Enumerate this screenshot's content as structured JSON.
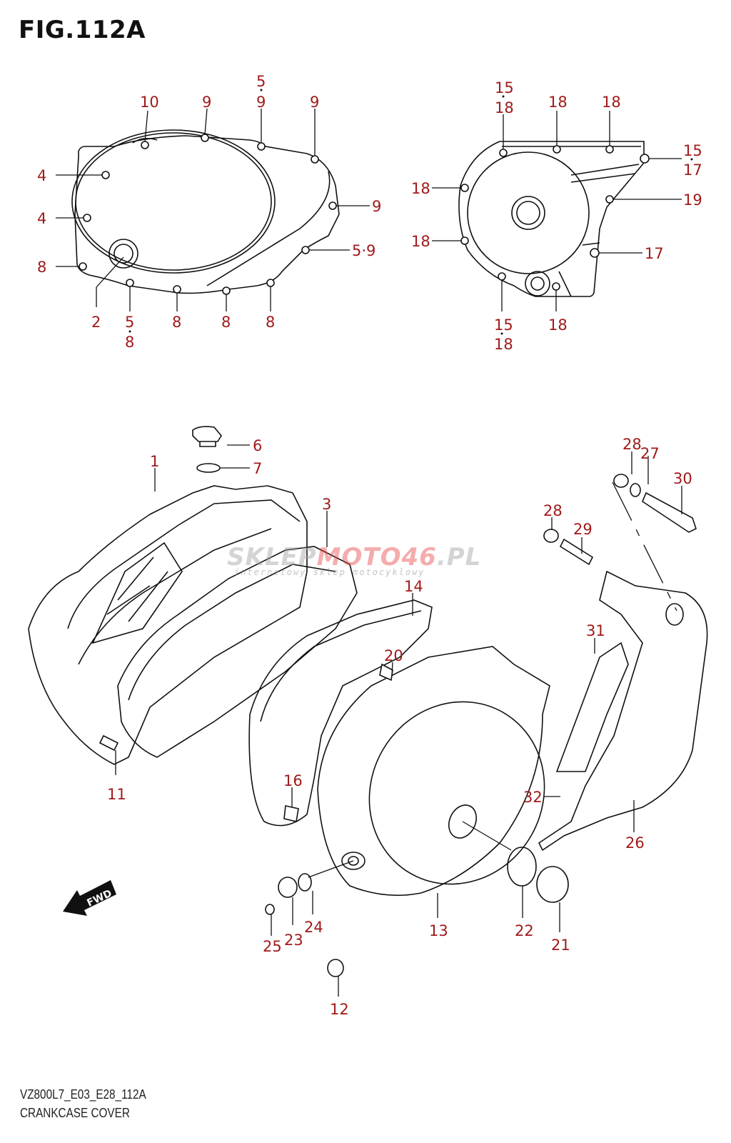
{
  "header": {
    "title": "FIG.112A"
  },
  "footer": {
    "code": "VZ800L7_E03_E28_112A",
    "name": "CRANKCASE COVER"
  },
  "watermark": {
    "part1": "SKLEP",
    "part2": "MOTO46",
    "part3": ".PL",
    "subtitle": "internetowy sklep motocyklowy"
  },
  "fwd_label": "FWD",
  "label_color": "#a11a1a",
  "callouts_top_left": [
    {
      "text": "10"
    },
    {
      "text": "9"
    },
    {
      "text": "5"
    },
    {
      "text": "9"
    },
    {
      "text": "9"
    },
    {
      "text": "4"
    },
    {
      "text": "4"
    },
    {
      "text": "9"
    },
    {
      "text": "5·9"
    },
    {
      "text": "8"
    },
    {
      "text": "2"
    },
    {
      "text": "5"
    },
    {
      "text": "8"
    },
    {
      "text": "8"
    },
    {
      "text": "8"
    },
    {
      "text": "8"
    }
  ],
  "callouts_top_right": [
    {
      "text": "15"
    },
    {
      "text": "18"
    },
    {
      "text": "18"
    },
    {
      "text": "18"
    },
    {
      "text": "15"
    },
    {
      "text": "17"
    },
    {
      "text": "18"
    },
    {
      "text": "19"
    },
    {
      "text": "18"
    },
    {
      "text": "17"
    },
    {
      "text": "15"
    },
    {
      "text": "18"
    },
    {
      "text": "18"
    }
  ],
  "callouts_main": [
    {
      "text": "6"
    },
    {
      "text": "7"
    },
    {
      "text": "1"
    },
    {
      "text": "3"
    },
    {
      "text": "14"
    },
    {
      "text": "20"
    },
    {
      "text": "11"
    },
    {
      "text": "16"
    },
    {
      "text": "28"
    },
    {
      "text": "27"
    },
    {
      "text": "30"
    },
    {
      "text": "28"
    },
    {
      "text": "29"
    },
    {
      "text": "31"
    },
    {
      "text": "32"
    },
    {
      "text": "26"
    },
    {
      "text": "13"
    },
    {
      "text": "22"
    },
    {
      "text": "21"
    },
    {
      "text": "24"
    },
    {
      "text": "23"
    },
    {
      "text": "25"
    },
    {
      "text": "12"
    }
  ]
}
